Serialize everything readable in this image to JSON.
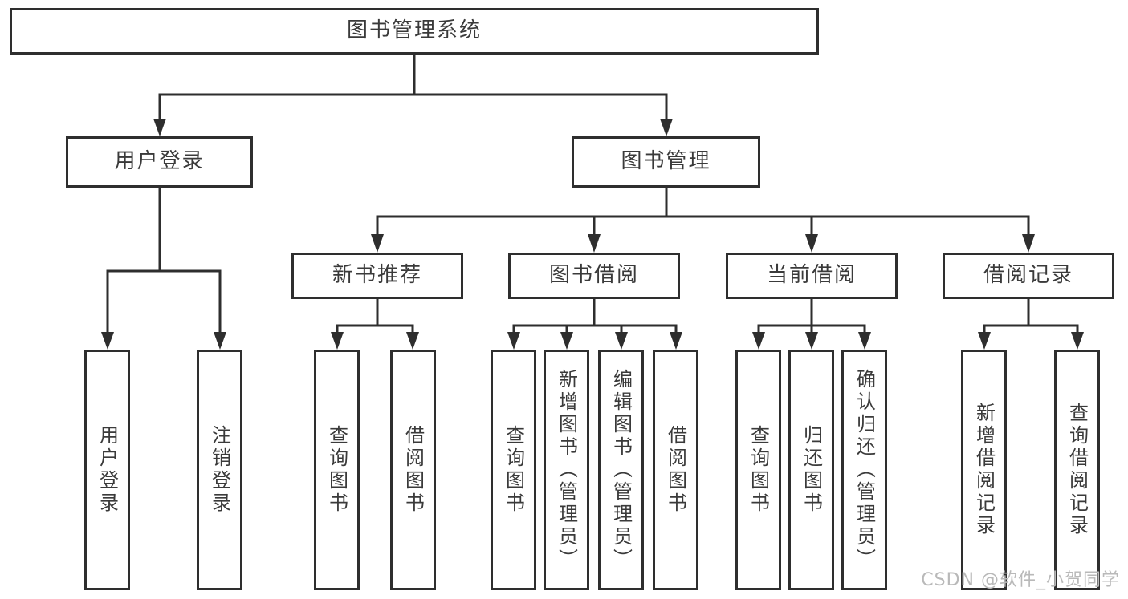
{
  "tree": {
    "label": "图书管理系统",
    "children": [
      {
        "label": "用户登录",
        "children": [
          {
            "label": "用户登录"
          },
          {
            "label": "注销登录"
          }
        ]
      },
      {
        "label": "图书管理",
        "children": [
          {
            "label": "新书推荐",
            "children": [
              {
                "label": "查询图书"
              },
              {
                "label": "借阅图书"
              }
            ]
          },
          {
            "label": "图书借阅",
            "children": [
              {
                "label": "查询图书"
              },
              {
                "label": "新增图书（管理员）"
              },
              {
                "label": "编辑图书（管理员）"
              },
              {
                "label": "借阅图书"
              }
            ]
          },
          {
            "label": "当前借阅",
            "children": [
              {
                "label": "查询图书"
              },
              {
                "label": "归还图书"
              },
              {
                "label": "确认归还（管理员）"
              }
            ]
          },
          {
            "label": "借阅记录",
            "children": [
              {
                "label": "新增借阅记录"
              },
              {
                "label": "查询借阅记录"
              }
            ]
          }
        ]
      }
    ]
  },
  "watermark": "CSDN @软件_小贺同学",
  "colors": {
    "line": "#2e2e2e",
    "box_border": "#2e2e2e",
    "text": "#3a3a3a",
    "background": "#ffffff",
    "watermark": "#b9b9b9"
  }
}
